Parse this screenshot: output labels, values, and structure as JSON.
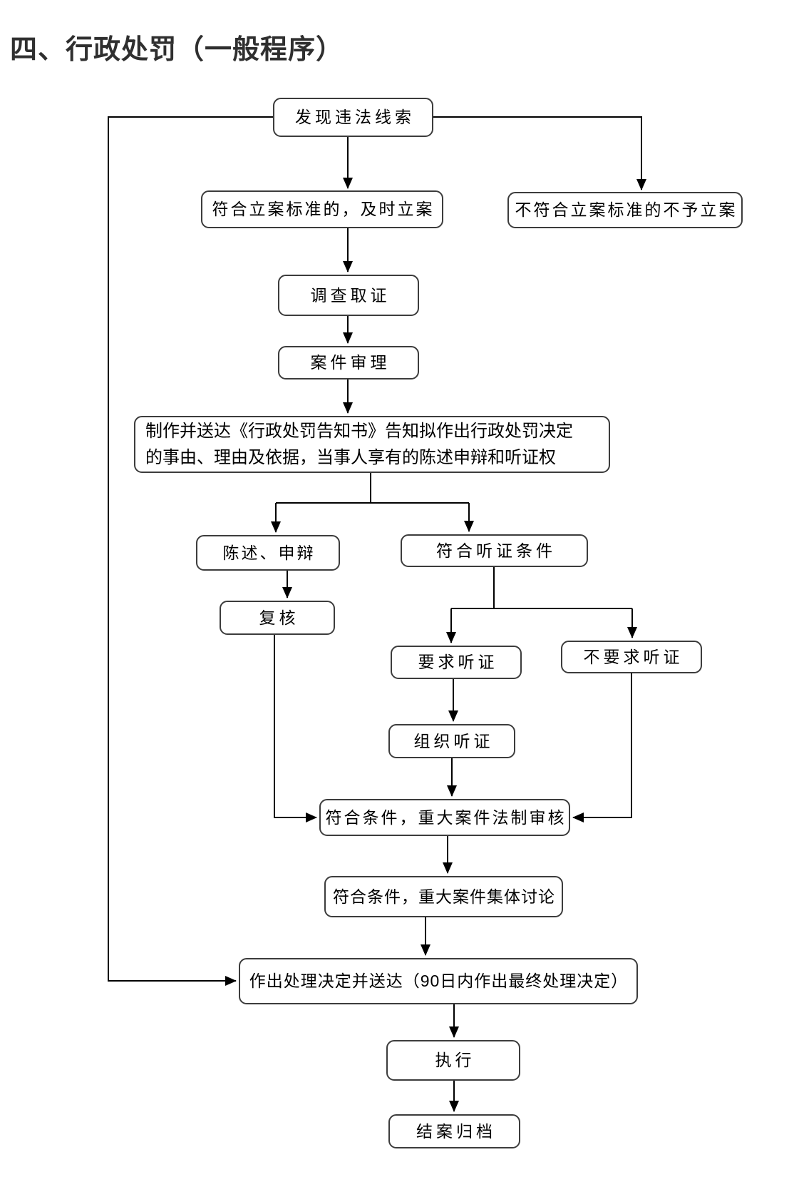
{
  "page": {
    "title": "四、行政处罚（一般程序）"
  },
  "flowchart": {
    "type": "flowchart",
    "colors": {
      "box_border": "#3c3c3c",
      "box_fill": "#ffffff",
      "line": "#000000",
      "text": "#000000",
      "title_text": "#2f2f2f",
      "background": "#ffffff"
    },
    "nodes": {
      "discover": {
        "label": "发现违法线索"
      },
      "file_case": {
        "label": "符合立案标准的，及时立案"
      },
      "no_file_case": {
        "label": "不符合立案标准的不予立案"
      },
      "investigate": {
        "label": "调查取证"
      },
      "case_review": {
        "label": "案件审理"
      },
      "notice": {
        "line1": "制作并送达《行政处罚告知书》告知拟作出行政处罚决定",
        "line2": "的事由、理由及依据，当事人享有的陈述申辩和听证权"
      },
      "statement_defense": {
        "label": "陈述、申辩"
      },
      "hearing_eligible": {
        "label": "符合听证条件"
      },
      "recheck": {
        "label": "复核"
      },
      "request_hearing": {
        "label": "要求听证"
      },
      "no_request_hearing": {
        "label": "不要求听证"
      },
      "organize_hearing": {
        "label": "组织听证"
      },
      "legal_review": {
        "label": "符合条件，重大案件法制审核"
      },
      "collective_discussion": {
        "label": "符合条件，重大案件集体讨论"
      },
      "decision": {
        "label": "作出处理决定并送达（90日内作出最终处理决定）"
      },
      "execute": {
        "label": "执行"
      },
      "close_archive": {
        "label": "结案归档"
      }
    }
  }
}
